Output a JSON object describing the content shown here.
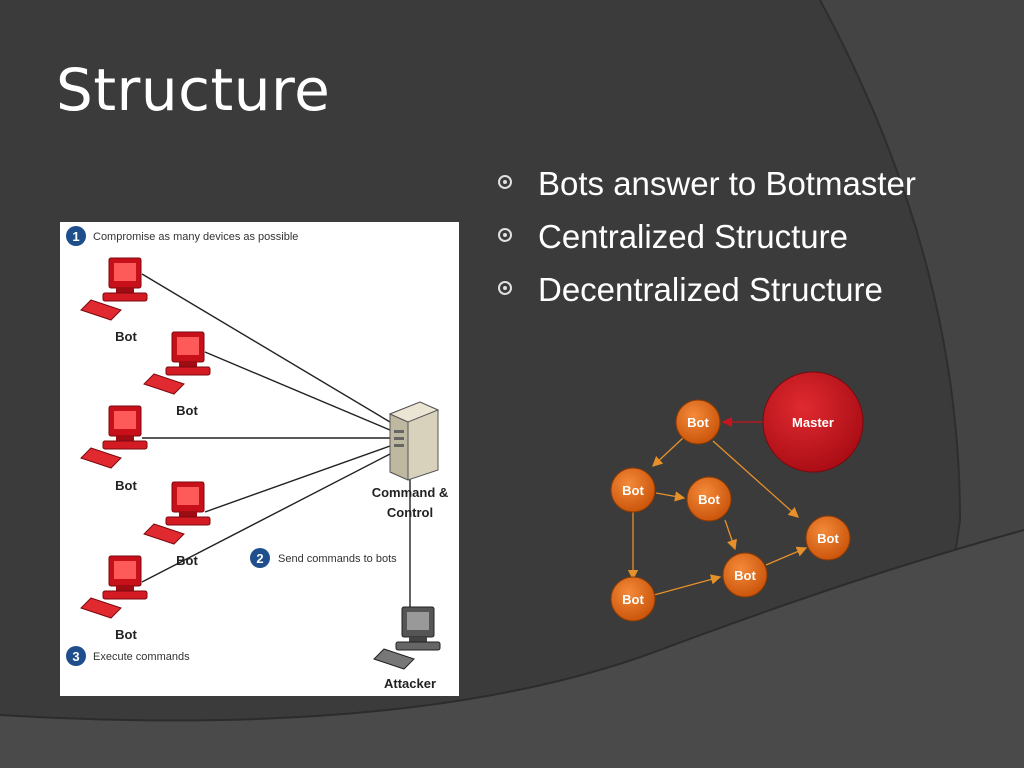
{
  "slide": {
    "title": "Structure",
    "bullets": [
      "Bots answer to Botmaster",
      "Centralized Structure",
      "Decentralized Structure"
    ]
  },
  "cnc_diagram": {
    "steps": [
      {
        "num": "1",
        "text": "Compromise as many devices as possible"
      },
      {
        "num": "2",
        "text": "Send commands to bots"
      },
      {
        "num": "3",
        "text": "Execute commands"
      }
    ],
    "bot_label": "Bot",
    "server_label_line1": "Command &",
    "server_label_line2": "Control",
    "attacker_label": "Attacker"
  },
  "p2p_diagram": {
    "master_label": "Master",
    "bot_label": "Bot"
  },
  "colors": {
    "background": "#3a3a3a",
    "bot_orange": "#e06818",
    "master_red": "#c8141e",
    "arrow": "#e6902a",
    "step_badge": "#1f4e8c"
  }
}
